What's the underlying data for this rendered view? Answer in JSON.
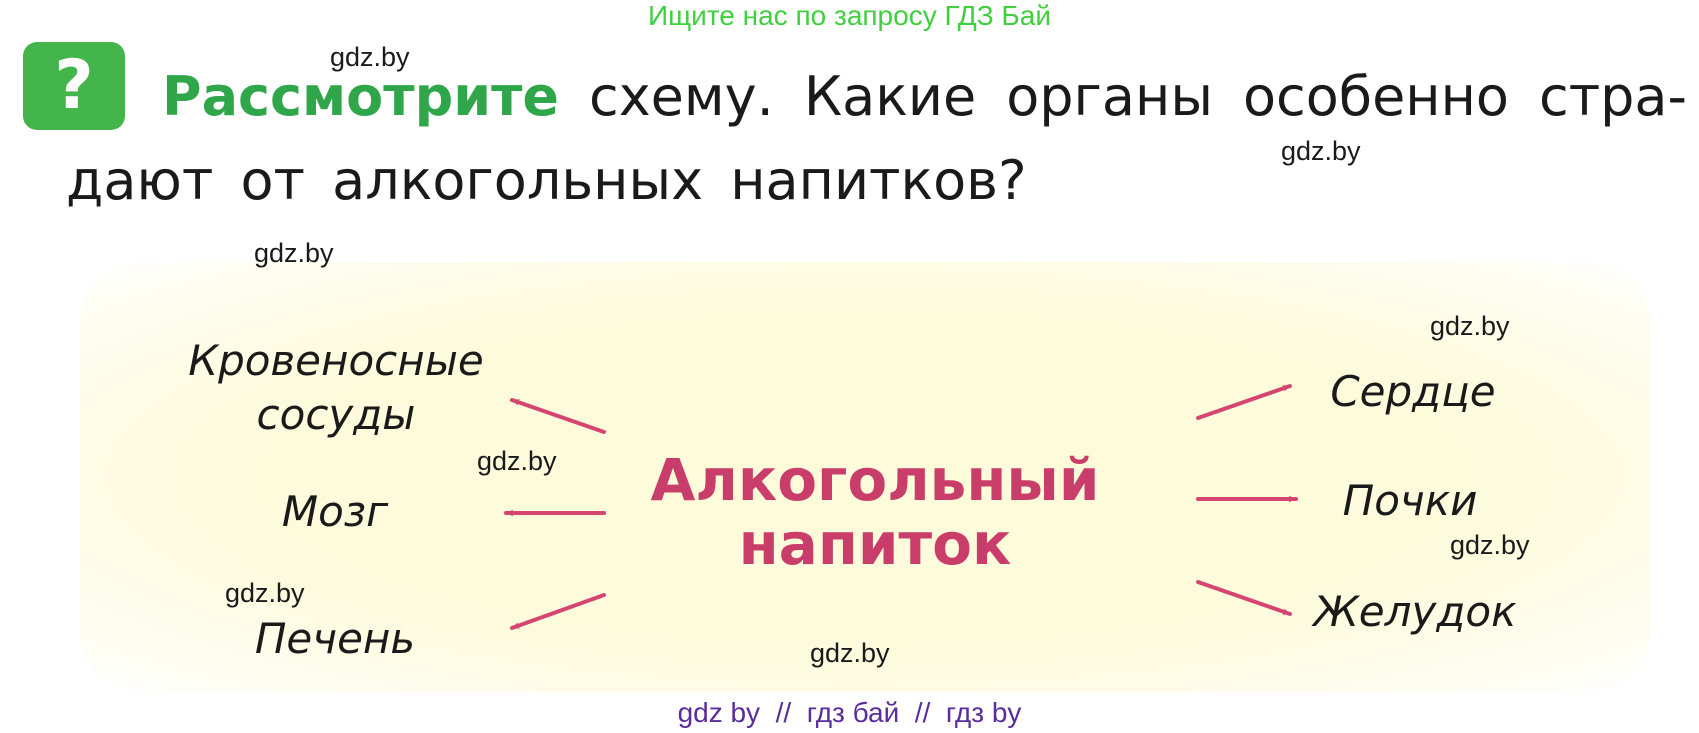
{
  "banner": "Ищите нас по запросу ГДЗ Бай",
  "question": {
    "icon_symbol": "?",
    "accent_word": "Рассмотрите",
    "line1_words": [
      "схему.",
      "Какие",
      "органы",
      "особенно",
      "стра-"
    ],
    "line2": "дают от алкогольных напитков?"
  },
  "diagram": {
    "center": [
      "Алкогольный",
      "напиток"
    ],
    "left_organs": {
      "vessels": [
        "Кровеносные",
        "сосуды"
      ],
      "brain": "Мозг",
      "liver": "Печень"
    },
    "right_organs": {
      "heart": "Сердце",
      "kidneys": "Почки",
      "stomach": "Желудок"
    }
  },
  "watermark": "gdz.by",
  "footer": "gdz by  //  гдз бай  //  гдз by",
  "colors": {
    "banner": "#3fcf3f",
    "badge": "#43b54a",
    "accent": "#2fa64a",
    "center": "#c93d6b",
    "arrow": "#d4456f",
    "footer": "#5a2d9a",
    "diagram_bg": "#fdfbd9"
  }
}
